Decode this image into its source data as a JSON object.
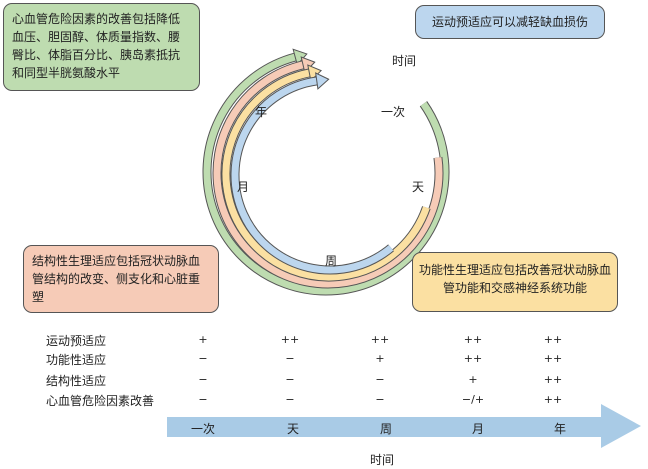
{
  "boxes": {
    "cardiovascular": "心血管危险因素的改善包括降低血压、胆固醇、体质量指数、腰臀比、体脂百分比、胰岛素抵抗和同型半胱氨酸水平",
    "preconditioning": "运动预适应可以减轻缺血损伤",
    "structural": "结构性生理适应包括冠状动脉血管结构的改变、侧支化和心脏重塑",
    "functional": "功能性生理适应包括改善冠状动脉血管功能和交感神经系统功能"
  },
  "cycle": {
    "time_label": "时间",
    "labels": [
      "一次",
      "天",
      "周",
      "月",
      "年"
    ]
  },
  "colors": {
    "cardiovascular": "#bedcb0",
    "structural": "#f6cbb7",
    "functional": "#fbe0a2",
    "preconditioning": "#bcd6ee"
  },
  "table": {
    "columns": [
      "一次",
      "天",
      "周",
      "月",
      "年"
    ],
    "rows": [
      {
        "label": "运动预适应",
        "values": [
          "+",
          "++",
          "++",
          "++",
          "++"
        ]
      },
      {
        "label": "功能性适应",
        "values": [
          "−",
          "−",
          "+",
          "++",
          "++"
        ]
      },
      {
        "label": "结构性适应",
        "values": [
          "−",
          "−",
          "−",
          "+",
          "++"
        ]
      },
      {
        "label": "心血管危险因素改善",
        "values": [
          "−",
          "−",
          "−",
          "−/+",
          "++"
        ]
      }
    ]
  },
  "axis": {
    "title": "时间"
  }
}
